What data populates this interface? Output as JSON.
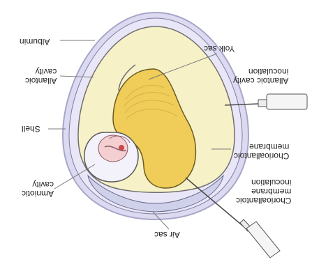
{
  "diagram": {
    "labels": {
      "albumin": "Albumin",
      "allantoic_cavity": [
        "Allantoic",
        "cavity"
      ],
      "shell": "Shell",
      "amniotic_cavity": [
        "Amniotic",
        "cavity"
      ],
      "air_sac": "Air sac",
      "yolk_sac": "Yolk sac",
      "allantoic_cavity_inoculation": [
        "Allantoic cavity",
        "inoculation"
      ],
      "chorioallantoic_membrane": [
        "Chorioallantoic",
        "membrane"
      ],
      "chorioallantoic_membrane_inoculation": [
        "Chorioallantoic",
        "membrane",
        "inoculation"
      ]
    },
    "colors": {
      "shell_fill": "#dcdaf0",
      "shell_stroke": "#a7a5c9",
      "albumin": "#f7f1c8",
      "yolk": "#efcd58",
      "embryo": "#f3cfd1",
      "outline": "#5a5a5a",
      "syringe": "#e6e6e6"
    }
  }
}
